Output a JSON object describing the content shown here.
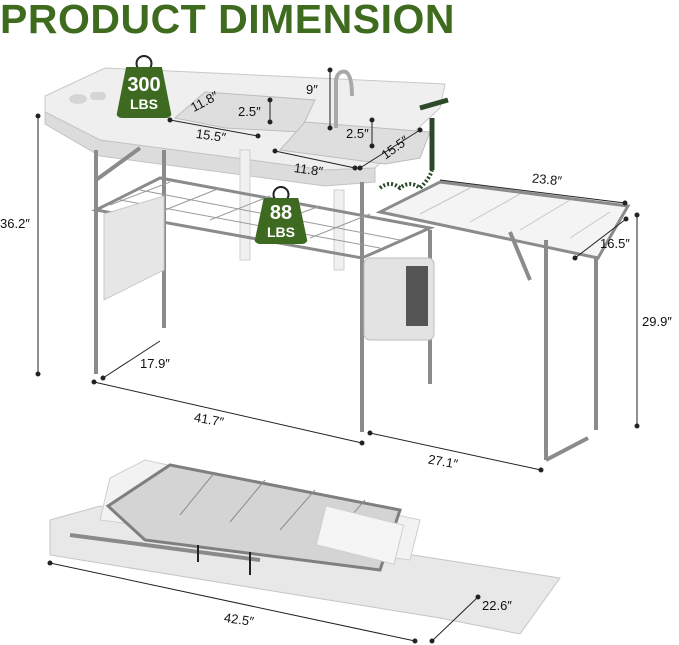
{
  "title": "PRODUCT DIMENSION",
  "colors": {
    "title_green": "#3f6b1f",
    "badge_green": "#3d6a20",
    "frame_gray": "#8a8c8c",
    "table_white": "#ececec",
    "hose_green": "#2c4a2a"
  },
  "badges": {
    "top": {
      "value": "300",
      "unit": "LBS"
    },
    "shelf": {
      "value": "88",
      "unit": "LBS"
    }
  },
  "dimensions": {
    "faucet_height": "9″",
    "left_sink_width": "11.8″",
    "left_sink_depth": "2.5″",
    "left_sink_length": "15.5″",
    "right_sink_depth": "2.5″",
    "right_sink_length": "15.5″",
    "right_sink_width": "11.8″",
    "side_table_length": "23.8″",
    "side_table_width": "16.5″",
    "total_height": "36.2″",
    "side_table_height": "29.9″",
    "table_width": "17.9″",
    "table_length": "41.7″",
    "side_table_span": "27.1″",
    "folded_length": "42.5″",
    "folded_width": "22.6″"
  }
}
